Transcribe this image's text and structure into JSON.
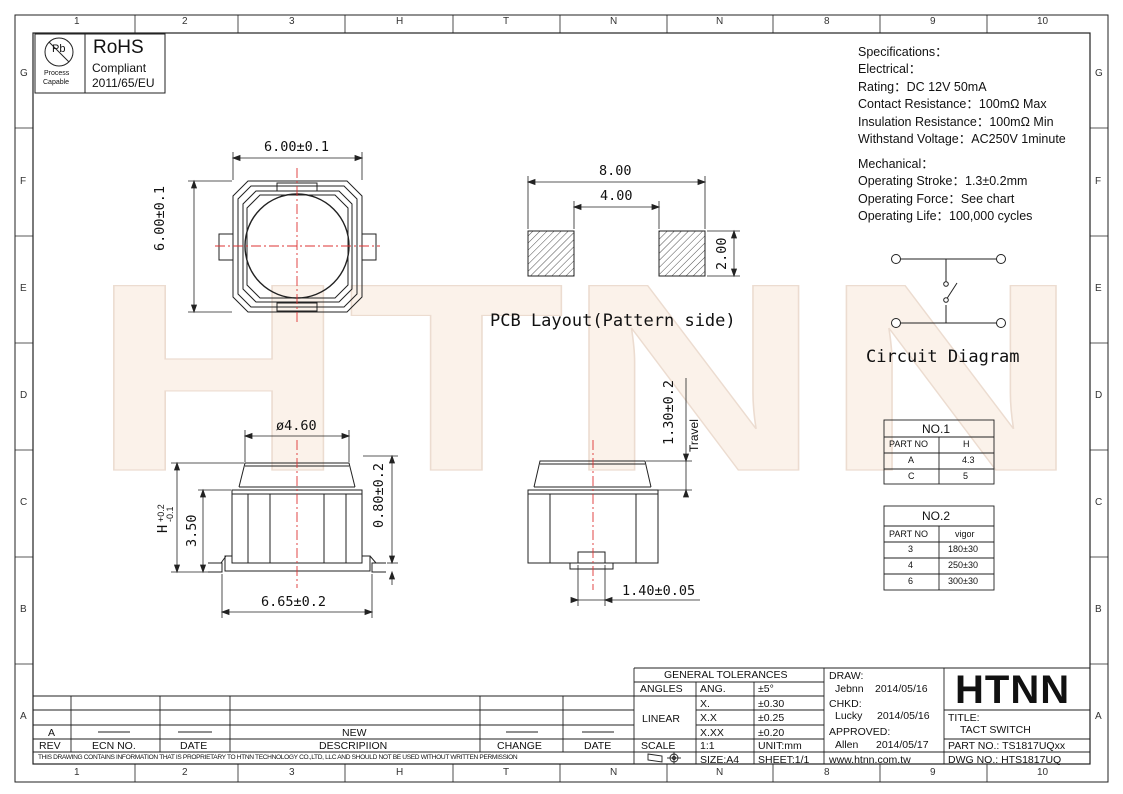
{
  "grid": {
    "columns": [
      "1",
      "2",
      "3",
      "H",
      "T",
      "N",
      "N",
      "8",
      "9",
      "10"
    ],
    "rows": [
      "G",
      "F",
      "E",
      "D",
      "C",
      "B",
      "A"
    ]
  },
  "rohs": {
    "title": "RoHS",
    "line1": "Compliant",
    "line2": "2011/65/EU",
    "pb_symbol": "Pb",
    "pb_line1": "Process",
    "pb_line2": "Capable"
  },
  "watermark": "HTNN",
  "specifications": {
    "heading": "Specifications：",
    "electrical_heading": "Electrical：",
    "rating": "Rating：DC 12V 50mA",
    "contact_resistance": "Contact Resistance：100mΩ Max",
    "insulation_resistance": "Insulation Resistance：100mΩ Min",
    "withstand_voltage": "Withstand Voltage：AC250V 1minute",
    "mechanical_heading": "Mechanical：",
    "operating_stroke": "Operating Stroke：1.3±0.2mm",
    "operating_force": "Operating Force：See chart",
    "operating_life": "Operating Life：100,000 cycles"
  },
  "dimensions": {
    "top_width": "6.00±0.1",
    "top_height": "6.00±0.1",
    "pcb_outer": "8.00",
    "pcb_inner": "4.00",
    "pcb_pad": "2.00",
    "pcb_caption": "PCB Layout(Pattern side)",
    "circuit_caption": "Circuit Diagram",
    "actuator_dia": "ø4.60",
    "height_h": "H",
    "height_h_plus": "+0.2",
    "height_h_minus": "-0.1",
    "body_height": "3.50",
    "lead_height": "0.80±0.2",
    "body_width": "6.65±0.2",
    "travel": "1.30±0.2",
    "travel_label": "Travel",
    "lead_width": "1.40±0.05"
  },
  "table_no1": {
    "title": "NO.1",
    "headers": [
      "PART NO",
      "H"
    ],
    "rows": [
      [
        "A",
        "4.3"
      ],
      [
        "C",
        "5"
      ]
    ]
  },
  "table_no2": {
    "title": "NO.2",
    "headers": [
      "PART NO",
      "vigor"
    ],
    "rows": [
      [
        "3",
        "180±30"
      ],
      [
        "4",
        "250±30"
      ],
      [
        "6",
        "300±30"
      ]
    ]
  },
  "title_block": {
    "general_tolerances": "GENERAL TOLERANCES",
    "angles": "ANGLES",
    "ang": "ANG.",
    "ang_tol": "±5°",
    "linear": "LINEAR",
    "x1": "X.",
    "x1_tol": "±0.30",
    "x2": "X.X",
    "x2_tol": "±0.25",
    "x3": "X.XX",
    "x3_tol": "±0.20",
    "scale_label": "SCALE",
    "scale_value": "1:1",
    "unit": "UNIT:mm",
    "size": "SIZE:A4",
    "sheet": "SHEET:1/1",
    "draw_label": "DRAW:",
    "draw_name": "Jebnn",
    "draw_date": "2014/05/16",
    "chkd_label": "CHKD:",
    "chkd_name": "Lucky",
    "chkd_date": "2014/05/16",
    "approved_label": "APPROVED:",
    "approved_name": "Allen",
    "approved_date": "2014/05/17",
    "website": "www.htnn.com.tw",
    "logo": "HTNN",
    "title_label": "TITLE:",
    "title_value": "TACT SWITCH",
    "part_no": "PART NO.: TS1817UQxx",
    "dwg_no": "DWG NO.: HTS1817UQ"
  },
  "revision_block": {
    "rev_value": "A",
    "headers": [
      "REV",
      "ECN NO.",
      "DATE",
      "DESCRIPIION",
      "CHANGE",
      "DATE"
    ],
    "new_label": "NEW",
    "disclaimer": "THIS DRAWING CONTAINS INFORMATION THAT IS PROPRIETARY TO HTNN TECHNOLOGY CO.,LTD, LLC AND SHOULD NOT BE USED WITHOUT WRITTEN PERMISSION"
  }
}
